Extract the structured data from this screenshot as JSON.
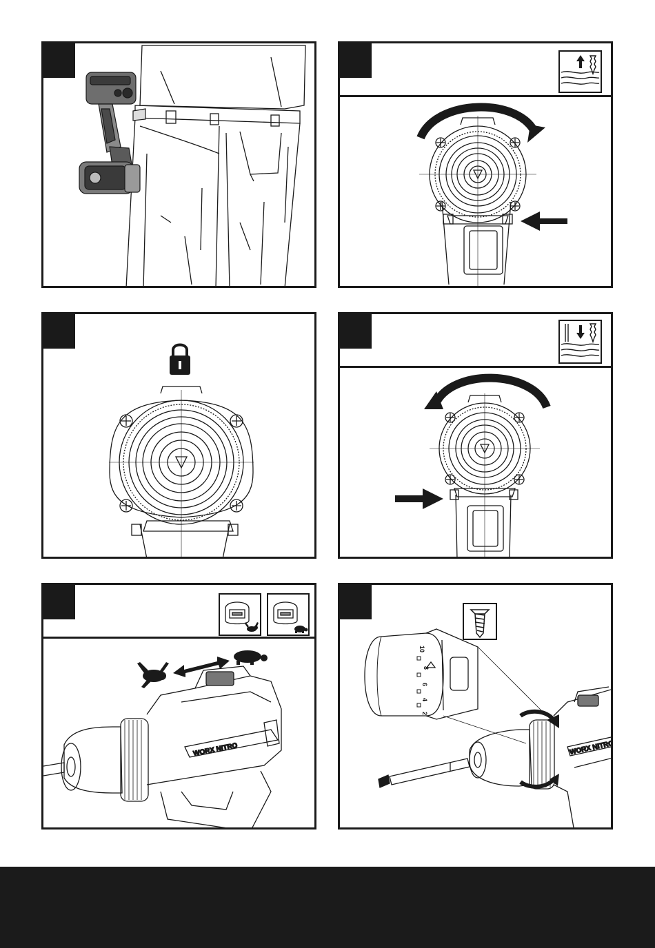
{
  "page": {
    "background": "#ffffff",
    "ink": "#1a1a1a",
    "footer_color": "#1b1b1b"
  },
  "figures": [
    {
      "id": "fig-belt-clip",
      "tag": "",
      "icons": [
        "drill-on-belt-illustration"
      ]
    },
    {
      "id": "fig-forward-rotation",
      "tag": "",
      "icons": [
        "screw-out-icon",
        "clockwise-arrow-icon",
        "push-left-arrow-icon"
      ]
    },
    {
      "id": "fig-spindle-lock",
      "tag": "",
      "icons": [
        "padlock-icon"
      ]
    },
    {
      "id": "fig-reverse-rotation",
      "tag": "",
      "icons": [
        "screw-in-icon",
        "counterclockwise-arrow-icon",
        "push-right-arrow-icon"
      ]
    },
    {
      "id": "fig-gear-selection",
      "tag": "",
      "icons": [
        "high-speed-rabbit-icon",
        "low-speed-turtle-icon",
        "double-arrow-icon"
      ]
    },
    {
      "id": "fig-torque-setting",
      "tag": "",
      "icons": [
        "screw-icon",
        "torque-collar-zoom-icon"
      ]
    }
  ],
  "torque_scale": [
    "2",
    "4",
    "6",
    "8",
    "10"
  ],
  "brand_label": "WORX NITRO"
}
